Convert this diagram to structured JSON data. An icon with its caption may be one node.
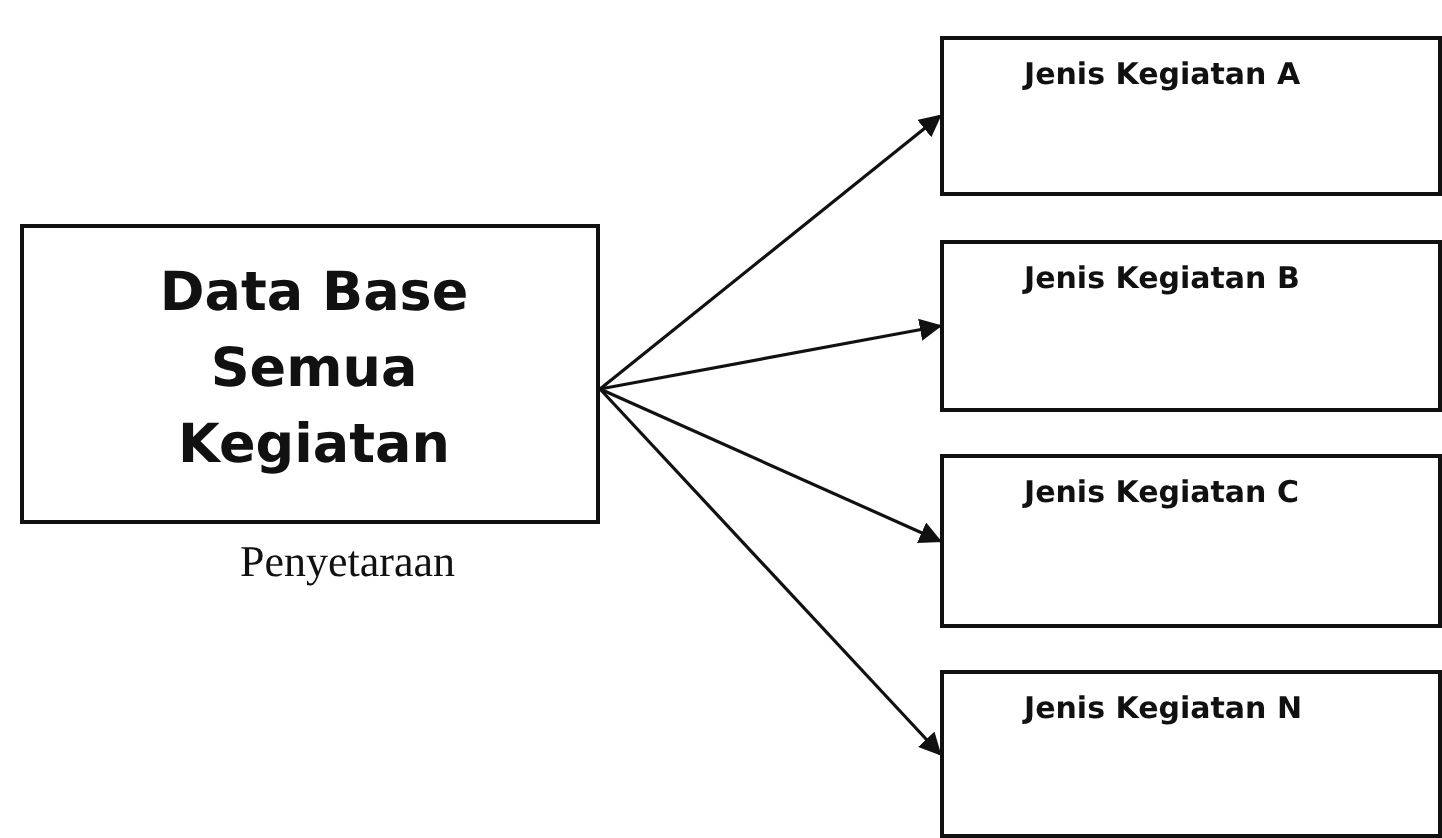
{
  "diagram": {
    "nodes": [
      {
        "text": [
          "Data Base Semua Kegiatan"
        ]
      },
      {
        "text": [
          "Jenis Kegiatan A"
        ]
      },
      {
        "text": [
          "Jenis Kegiatan B"
        ]
      },
      {
        "text": [
          "Jenis Kegiatan C"
        ]
      },
      {
        "text": [
          "Jenis Kegiatan N"
        ]
      }
    ],
    "edges": [
      {
        "from": 0,
        "to": 1,
        "arrow": "to"
      },
      {
        "from": 0,
        "to": 2,
        "arrow": "to"
      },
      {
        "from": 0,
        "to": 3,
        "arrow": "to"
      },
      {
        "from": 0,
        "to": 4,
        "arrow": "to"
      }
    ],
    "labels": [
      "Penyetaraan"
    ]
  }
}
